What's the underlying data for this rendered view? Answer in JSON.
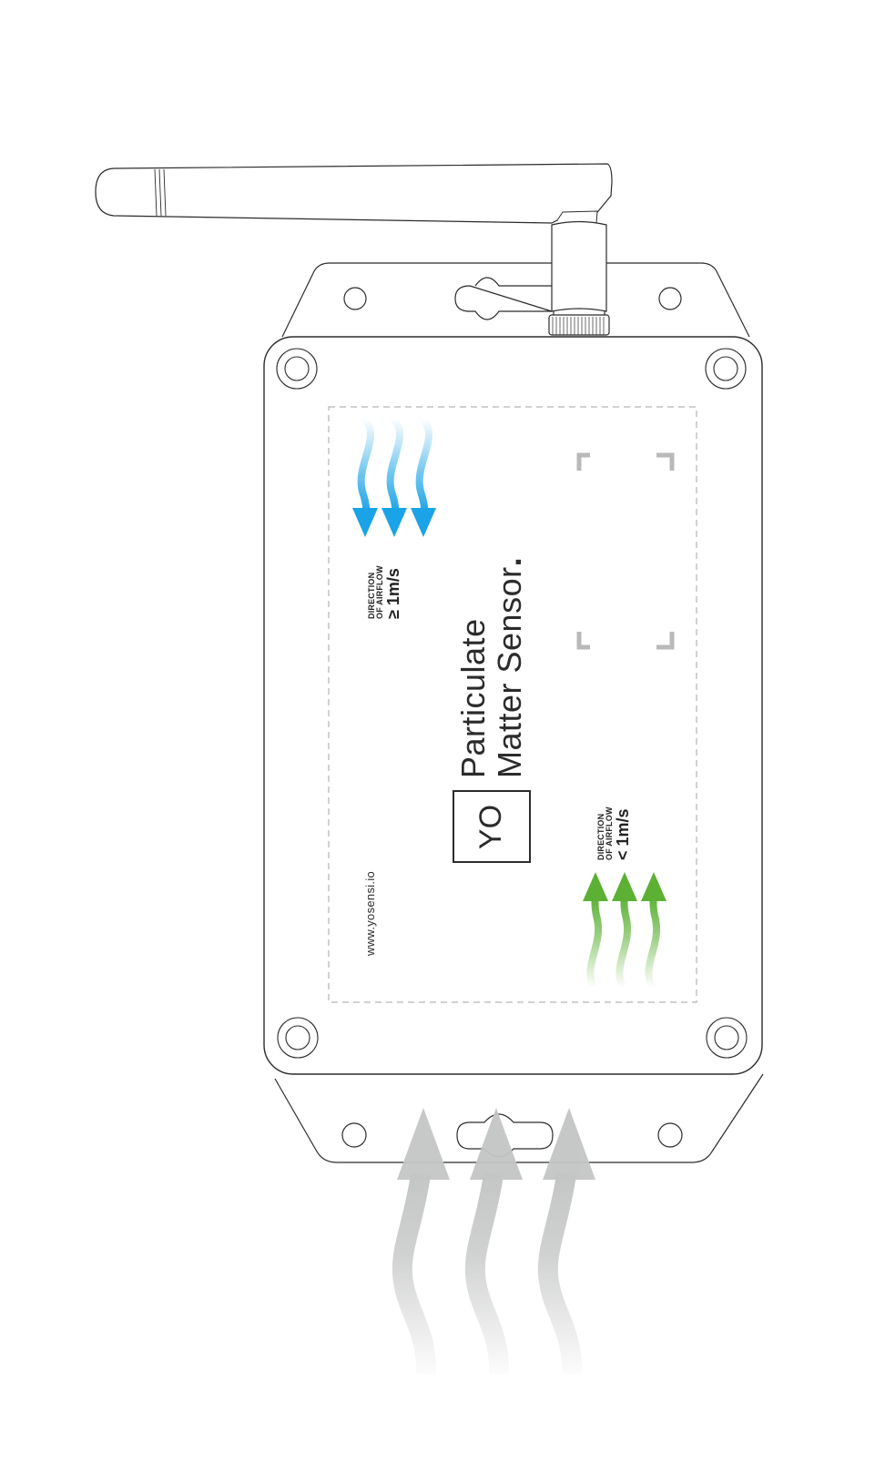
{
  "device": {
    "brand_logo": "YO",
    "title_line1": "Particulate",
    "title_line2": "Matter Sensor",
    "title_dot": ".",
    "website": "www.yosensi.io"
  },
  "airflow_high": {
    "label_line1": "DIRECTION",
    "label_line2": "OF AIRFLOW",
    "speed": "≥ 1m/s",
    "direction": "down",
    "color": "#1aa3e6",
    "icon": "wavy-arrows-down-icon"
  },
  "airflow_low": {
    "label_line1": "DIRECTION",
    "label_line2": "OF AIRFLOW",
    "speed": "< 1m/s",
    "direction": "up",
    "color": "#5cb135",
    "icon": "wavy-arrows-up-icon"
  },
  "airflow_intake": {
    "direction": "up",
    "color": "#c4c6c5",
    "icon": "wavy-arrows-intake-icon"
  },
  "colors": {
    "outline": "#2b2b2b",
    "dashed_label_border": "#b5b5b5",
    "sensor_window_marks": "#b9b9b9"
  }
}
